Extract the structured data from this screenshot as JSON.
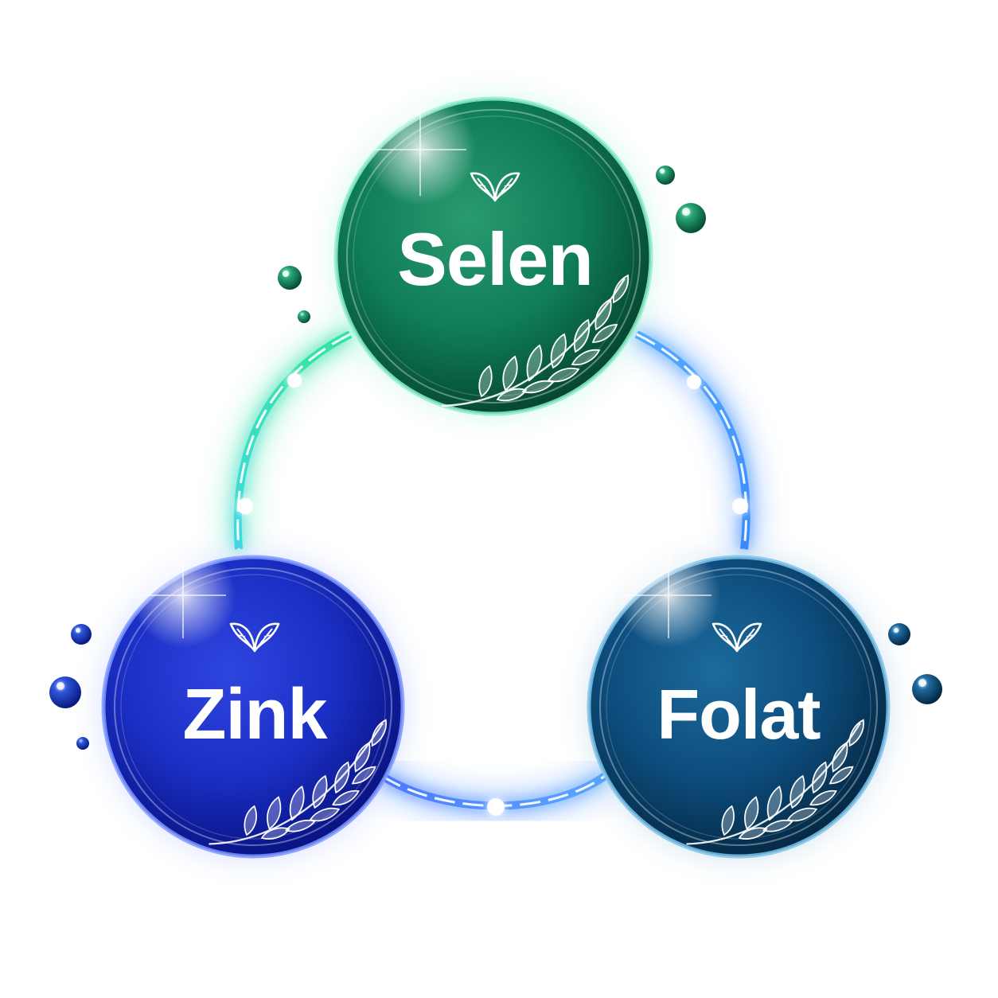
{
  "diagram": {
    "nodes": [
      {
        "id": "selen",
        "label": "Selen",
        "color": "#0f7d57",
        "color_dark": "#064e36",
        "color_light": "#2bb386"
      },
      {
        "id": "zink",
        "label": "Zink",
        "color": "#1a2fc4",
        "color_dark": "#0a168a",
        "color_light": "#4b63ff"
      },
      {
        "id": "folat",
        "label": "Folat",
        "color": "#0d4d7d",
        "color_dark": "#062f52",
        "color_light": "#2f82b8"
      }
    ],
    "connector_colors": {
      "green_glow": "#2ee0a0",
      "blue_glow": "#3d8bff"
    },
    "icons": {
      "node_top": "leaves-icon",
      "node_corner": "laurel-branch-icon",
      "bubbles": "water-droplet-icon"
    }
  }
}
